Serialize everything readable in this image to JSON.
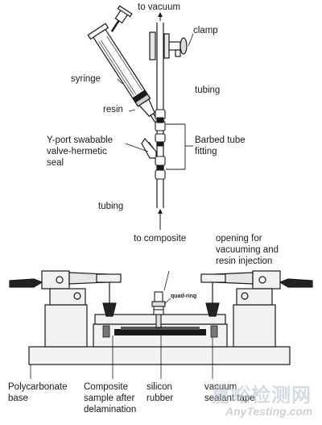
{
  "labels": {
    "to_vacuum": "to vacuum",
    "clamp": "clamp",
    "syringe": "syringe",
    "tubing_top": "tubing",
    "resin": "resin",
    "yport_1": "Y-port swabable",
    "yport_2": "valve-hermetic",
    "yport_3": "seal",
    "barbed_1": "Barbed tube",
    "barbed_2": "fitting",
    "tubing_bottom": "tubing",
    "to_composite": "to composite",
    "opening_1": "opening for",
    "opening_2": "vacuuming and",
    "opening_3": "resin injection",
    "quad_ring": "quad-ring",
    "polycarbonate_1": "Polycarbonate",
    "polycarbonate_2": "base",
    "composite_1": "Composite",
    "composite_2": "sample after",
    "composite_3": "delamination",
    "silicon_1": "silicon",
    "silicon_2": "rubber",
    "vacuum_1": "vacuum",
    "vacuum_2": "sealant tape"
  },
  "watermark": {
    "cn": "嘉峪检测网",
    "en": "AnyTesting.com"
  },
  "colors": {
    "line": "#1a1a1a",
    "fill_light": "#f2f2f2",
    "fill_dark": "#1a1a1a",
    "handle": "#222222"
  }
}
